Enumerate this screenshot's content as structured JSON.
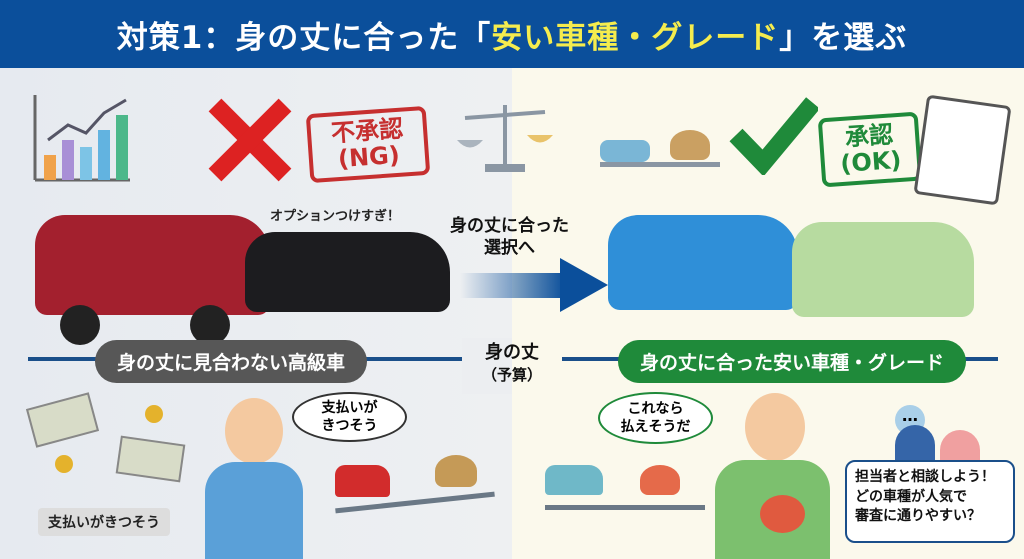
{
  "header": {
    "title_prefix": "対策1：身の丈に合った「",
    "title_highlight": "安い車種・グレード",
    "title_suffix": "」を選ぶ"
  },
  "left": {
    "stamp_line1": "不承認",
    "stamp_line2": "(NG)",
    "option_note": "オプションつけすぎ！",
    "label": "身の丈に見合わない高級車",
    "thought_bubble": "支払いが\nきつそう",
    "tag": "支払いがきつそう"
  },
  "center": {
    "arrow_text": "身の丈に合った\n選択へ",
    "budget_label": "身の丈",
    "budget_sub": "（予算）"
  },
  "right": {
    "stamp_line1": "承認",
    "stamp_line2": "(OK)",
    "label": "身の丈に合った安い車種・グレード",
    "speech_bubble": "これなら\n払えそうだ",
    "dots": "…",
    "advice": "担当者と相談しよう！\nどの車種が人気で\n審査に通りやすい？"
  },
  "colors": {
    "header": "#0b4f9b",
    "highlight": "#f5ec4e",
    "ng": "#c62f2f",
    "ok": "#1f8a3a",
    "label_dark": "#555555",
    "label_green": "#1f8a3a"
  }
}
